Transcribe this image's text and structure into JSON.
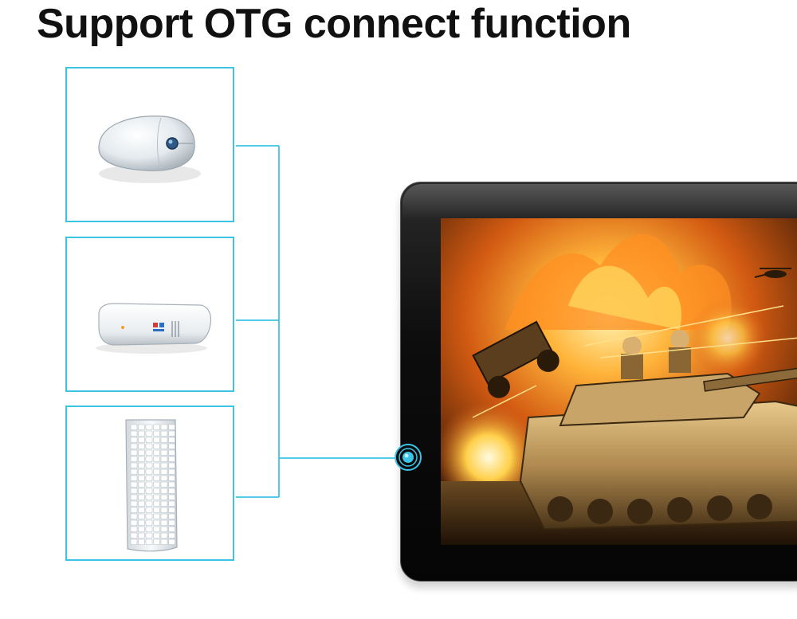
{
  "title": "Support OTG connect function",
  "devices": [
    {
      "id": "mouse",
      "icon": "mouse-icon"
    },
    {
      "id": "usb-dongle",
      "icon": "usb-dongle-icon"
    },
    {
      "id": "keyboard",
      "icon": "keyboard-icon"
    }
  ],
  "colors": {
    "connector_line": "#3cc4e6",
    "title_text": "#111111",
    "tablet_bezel": "#0d0d0d"
  },
  "tablet": {
    "screen_image": "tank-battle-game-artwork",
    "home_button_icon": "home-button-icon"
  }
}
